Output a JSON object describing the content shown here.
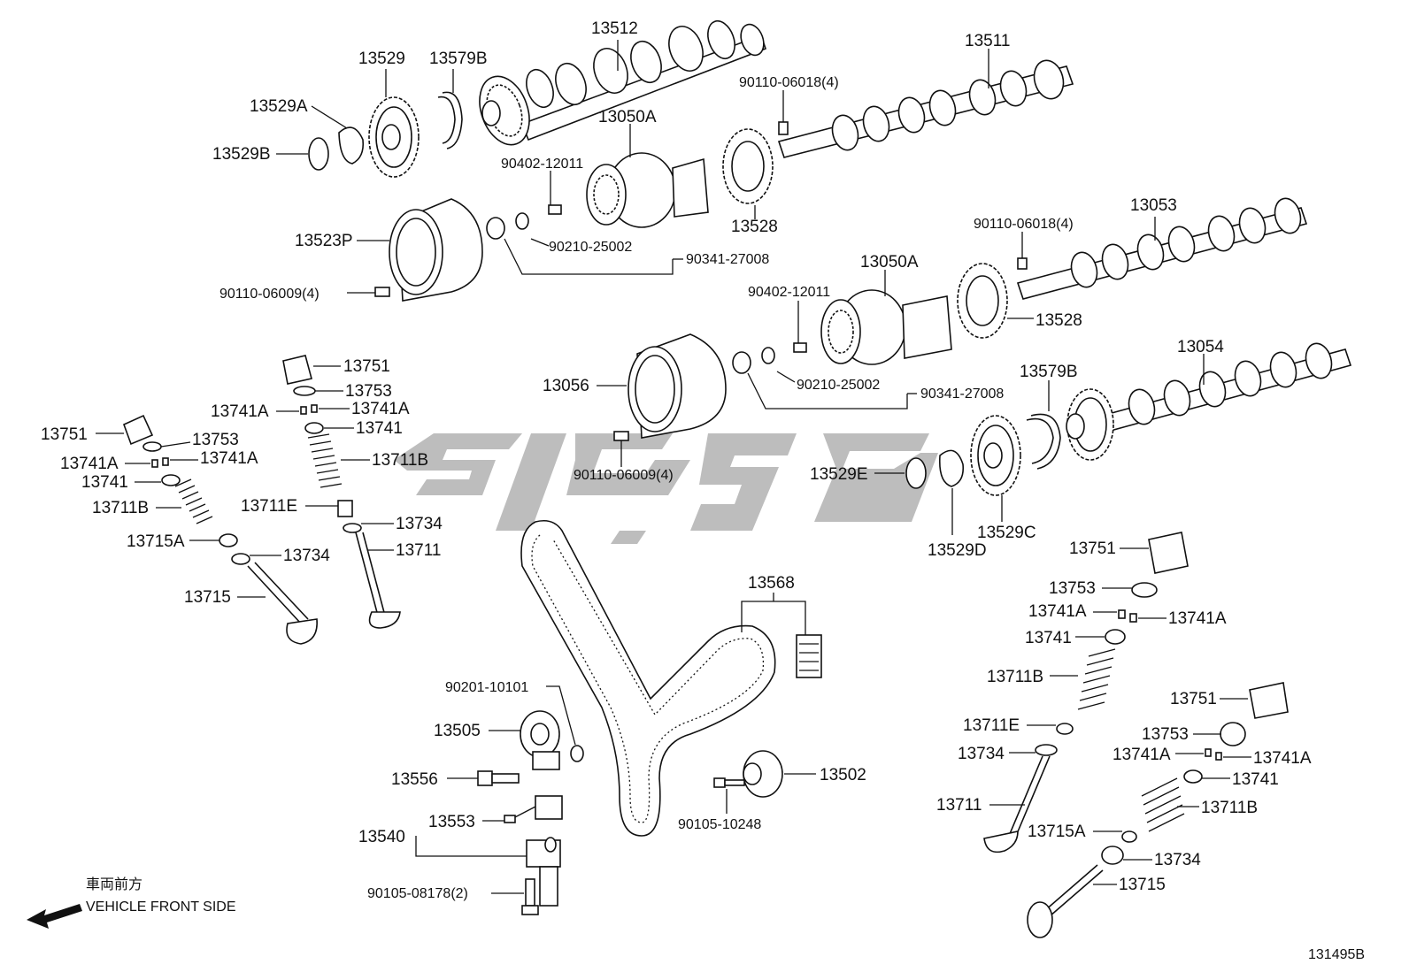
{
  "diagram": {
    "parts": {
      "cam_13512": "13512",
      "cam_13511": "13511",
      "cam_13053": "13053",
      "cam_13054": "13054",
      "sprocket_13529": "13529",
      "ring_13579B_top": "13579B",
      "ring_13579B_right": "13579B",
      "plate_13529A": "13529A",
      "clip_13529B": "13529B",
      "bolt_90110_06018_top": "90110-06018(4)",
      "bolt_90110_06018_mid": "90110-06018(4)",
      "vvt_13050A_top": "13050A",
      "vvt_13050A_mid": "13050A",
      "bolt_90402_top": "90402-12011",
      "bolt_90402_mid": "90402-12011",
      "gear_13528_top": "13528",
      "gear_13528_mid": "13528",
      "pulley_13523P": "13523P",
      "washer_90210_top": "90210-25002",
      "washer_90210_mid": "90210-25002",
      "bolt_90341_top": "90341-27008",
      "bolt_90341_mid": "90341-27008",
      "bolt_90110_06009_top": "90110-06009(4)",
      "bolt_90110_06009_mid": "90110-06009(4)",
      "pulley_13056": "13056",
      "clip_13529E": "13529E",
      "plate_13529D": "13529D",
      "sprocket_13529C": "13529C",
      "belt_13568": "13568",
      "pin_90201": "90201-10101",
      "tensioner_13505": "13505",
      "bolt_13556": "13556",
      "idler_13502": "13502",
      "bolt_90105_10248": "90105-10248",
      "tensioner_13540": "13540",
      "sensor_13553": "13553",
      "bolt_90105_08178": "90105-08178(2)",
      "lifter_13751_a": "13751",
      "shim_13753_a": "13753",
      "key_13741A_a1": "13741A",
      "key_13741A_a2": "13741A",
      "retainer_13741_a": "13741",
      "spring_13711B_a": "13711B",
      "seat_13711E": "13711E",
      "seal_13734_a": "13734",
      "valve_13711_a": "13711",
      "lifter_13751_b": "13751",
      "shim_13753_b": "13753",
      "key_13741A_b1": "13741A",
      "key_13741A_b2": "13741A",
      "retainer_13741_b": "13741",
      "spring_13711B_b": "13711B",
      "seat_13715A_b": "13715A",
      "seal_13734_b": "13734",
      "valve_13715_b": "13715",
      "lifter_13751_c": "13751",
      "shim_13753_c": "13753",
      "key_13741A_c1": "13741A",
      "key_13741A_c2": "13741A",
      "retainer_13741_c": "13741",
      "spring_13711B_c": "13711B",
      "seat_13711E_c": "13711E",
      "seal_13734_c": "13734",
      "valve_13711_c": "13711",
      "lifter_13751_d": "13751",
      "shim_13753_d": "13753",
      "key_13741A_d1": "13741A",
      "key_13741A_d2": "13741A",
      "retainer_13741_d": "13741",
      "spring_13711B_d": "13711B",
      "seat_13715A_d": "13715A",
      "seal_13734_d": "13734",
      "valve_13715_d": "13715"
    },
    "front_label_jp": "車両前方",
    "front_label_en": "VEHICLE FRONT SIDE",
    "figure_id": "131495B",
    "icons": [
      "front-direction-arrow-icon"
    ],
    "colors": {
      "line": "#111111",
      "watermark": "#bdbdbd",
      "background": "#ffffff"
    }
  }
}
